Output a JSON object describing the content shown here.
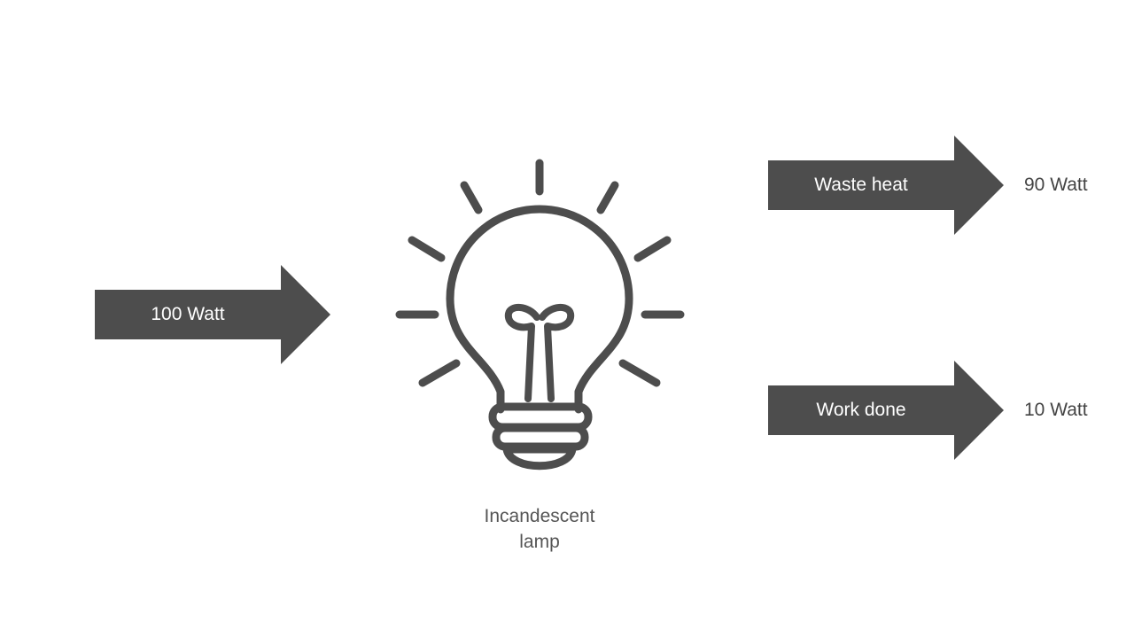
{
  "colors": {
    "arrow_fill": "#4d4d4d",
    "icon_stroke": "#4d4d4d",
    "label_text": "#444444",
    "background": "#ffffff"
  },
  "input": {
    "label": "100 Watt"
  },
  "lamp": {
    "icon": "lightbulb-icon",
    "caption_line1": "Incandescent",
    "caption_line2": "lamp"
  },
  "outputs": [
    {
      "label": "Waste heat",
      "value": "90 Watt"
    },
    {
      "label": "Work done",
      "value": "10 Watt"
    }
  ]
}
